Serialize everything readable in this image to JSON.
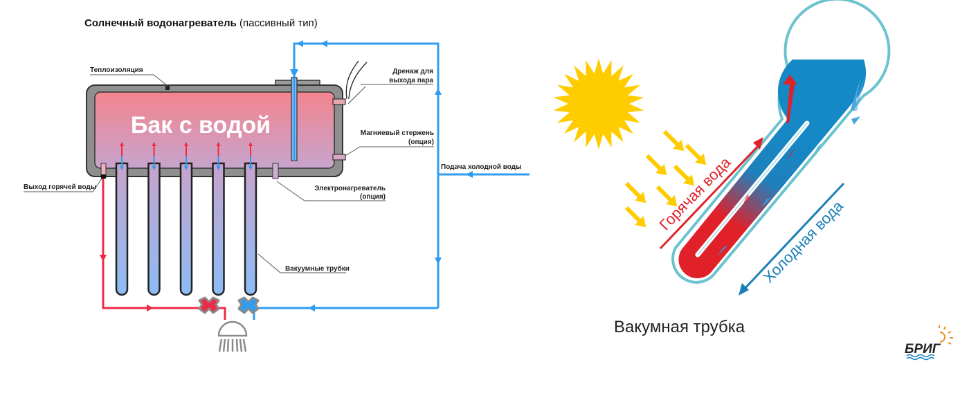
{
  "left_diagram": {
    "title_bold": "Солнечный водонагреватель",
    "title_normal": " (пассивный тип)",
    "tank_label": "Бак с водой",
    "labels": {
      "insulation": "Теплоизоляция",
      "steam_drain_1": "Дренаж для",
      "steam_drain_2": "выхода пара",
      "magnesium_rod_1": "Магниевый стержень",
      "magnesium_rod_2": "(опция)",
      "cold_supply": "Подача холодной воды",
      "hot_outlet": "Выход горячей воды",
      "electric_heater_1": "Электронагреватель",
      "electric_heater_2": "(опция)",
      "vacuum_tubes": "Вакуумные трубки"
    },
    "colors": {
      "hot": "#ee2a45",
      "cold": "#2f9cf0",
      "tank_top": "#f3848e",
      "tank_bottom": "#c9a3cc",
      "insulation": "#8c8c8c"
    },
    "tube_count": 5
  },
  "right_diagram": {
    "hot_water_label": "Горячая вода",
    "cold_water_label": "Холодная вода",
    "caption": "Вакумная трубка",
    "colors": {
      "sun": "#ffcc00",
      "hot": "#e0212a",
      "cold": "#1a7fb8",
      "tube_outline": "#6ac3cf",
      "water": "#1589c6"
    }
  },
  "logo": {
    "text": "БРИГ",
    "sun_color": "#f08a1c",
    "wave_color": "#1a7fc8"
  }
}
